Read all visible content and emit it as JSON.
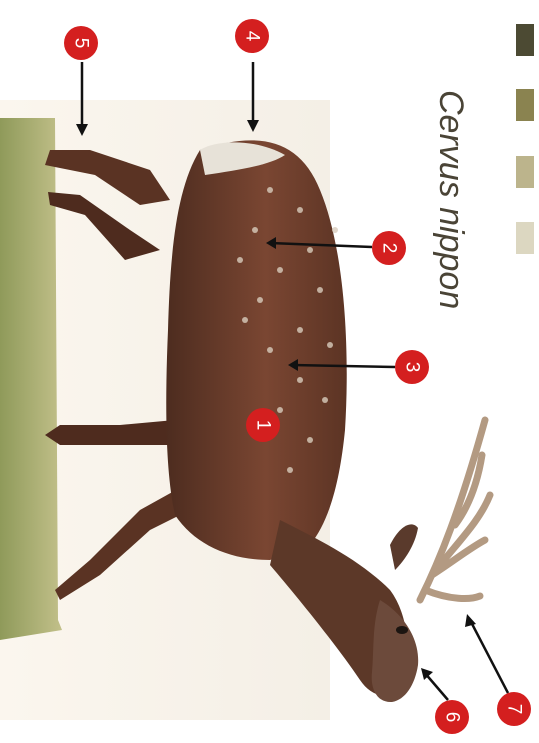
{
  "caption": {
    "species_name": "Cervus nippon"
  },
  "swatches": [
    {
      "color": "#4c4a33"
    },
    {
      "color": "#8a8350"
    },
    {
      "color": "#bcb48c"
    },
    {
      "color": "#dcd7c1"
    }
  ],
  "markers": [
    {
      "label": "1"
    },
    {
      "label": "2"
    },
    {
      "label": "3"
    },
    {
      "label": "4"
    },
    {
      "label": "5"
    },
    {
      "label": "6"
    },
    {
      "label": "7"
    }
  ],
  "colors": {
    "marker_fill": "#d41f1f",
    "arrow": "#111111",
    "coat": "#6a3f2c",
    "grass": "#a7ad6b"
  }
}
